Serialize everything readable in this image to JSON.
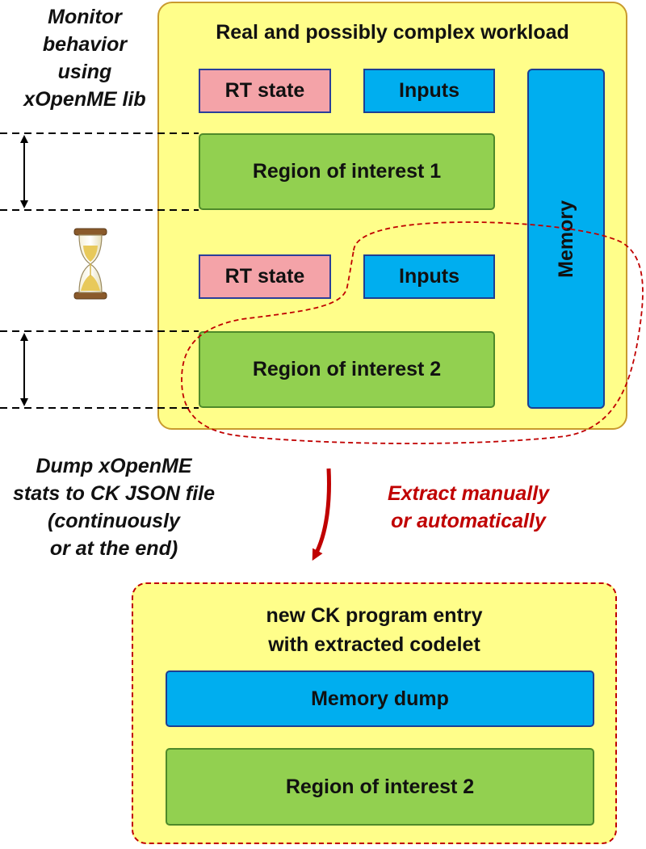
{
  "side_labels": {
    "monitor": [
      "Monitor",
      "behavior",
      "using",
      "xOpenME lib"
    ],
    "dump": [
      "Dump xOpenME",
      "stats to CK JSON file",
      "(continuously",
      "or at the end)"
    ]
  },
  "workload": {
    "title": "Real and possibly complex workload",
    "rt_state_1": "RT state",
    "inputs_1": "Inputs",
    "region_1": "Region of interest 1",
    "rt_state_2": "RT state",
    "inputs_2": "Inputs",
    "region_2": "Region of interest 2",
    "memory": "Memory"
  },
  "extract_label": [
    "Extract manually",
    "or automatically"
  ],
  "new_entry": {
    "title": [
      "new CK program entry",
      "with extracted codelet"
    ],
    "memory_dump": "Memory dump",
    "region": "Region of interest 2"
  },
  "colors": {
    "container_fill": "#fffe8a",
    "rt_state": "#f4a3a8",
    "inputs_memory": "#00aeef",
    "region": "#92d050",
    "extract_arrow": "#c00000"
  },
  "icons": [
    "hourglass-icon"
  ]
}
